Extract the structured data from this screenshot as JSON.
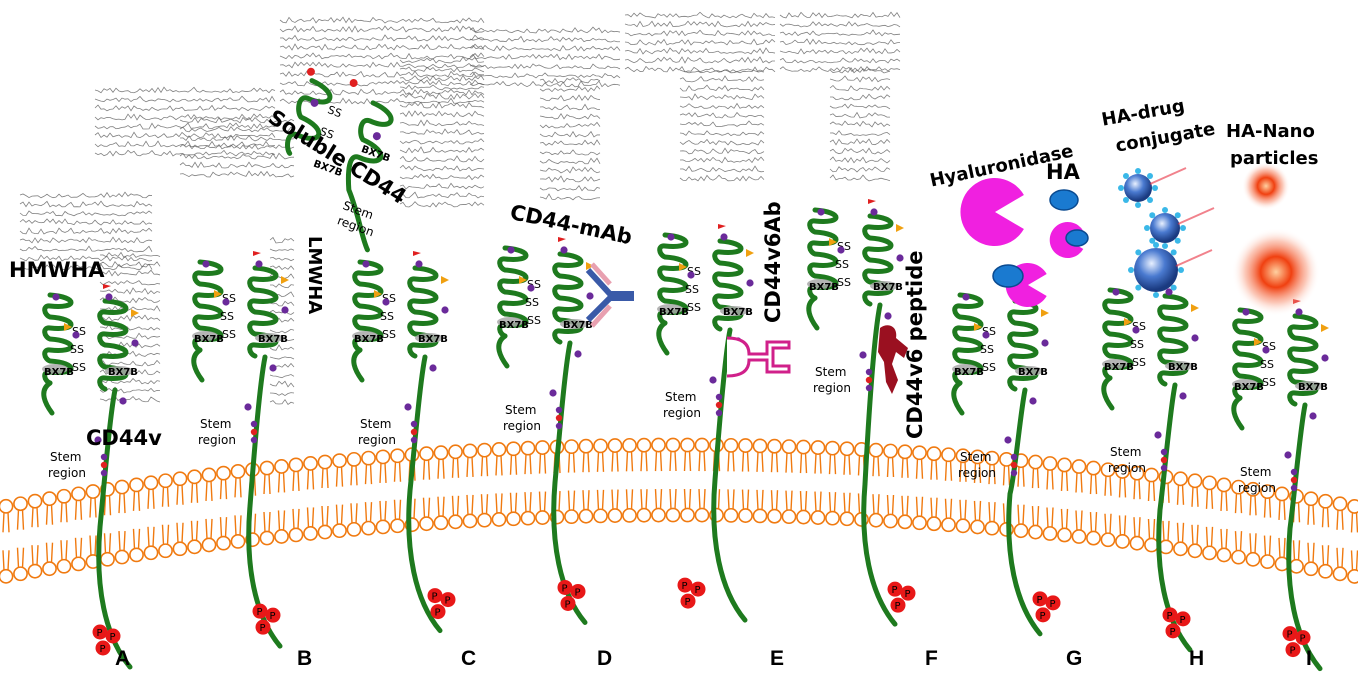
{
  "labels": {
    "hmwha": "HMWHA",
    "cd44v": "CD44v",
    "lmwha": "LMWHA",
    "soluble_cd44": "Soluble CD44",
    "cd44_mab": "CD44-mAb",
    "cd44v6ab": "CD44v6Ab",
    "cd44v6_peptide": "CD44v6 peptide",
    "hyaluronidase": "Hyaluronidase",
    "ha": "HA",
    "ha_drug_1": "HA-drug",
    "ha_drug_2": "conjugate",
    "ha_nano_1": "HA-Nano",
    "ha_nano_2": "particles",
    "stem": "Stem",
    "region": "region",
    "bx7b": "BX7B",
    "ss": "SS",
    "p": "P"
  },
  "panels": [
    "A",
    "B",
    "C",
    "D",
    "E",
    "F",
    "G",
    "H",
    "I"
  ],
  "colors": {
    "protein": "#1e7a1e",
    "membrane": "#f07a10",
    "phospho": "#e81818",
    "glyco": "#6a2a9a",
    "red_tag": "#e02020",
    "orange_tag": "#f0a010",
    "bx7b": "#a8a8a8",
    "antibody": "#3a5aa8",
    "antibody_light": "#e8a0b0",
    "v6ab": "#d0208a",
    "peptide": "#9a1020",
    "hyaluronidase": "#f020e0",
    "ha": "#1a7ad0"
  }
}
